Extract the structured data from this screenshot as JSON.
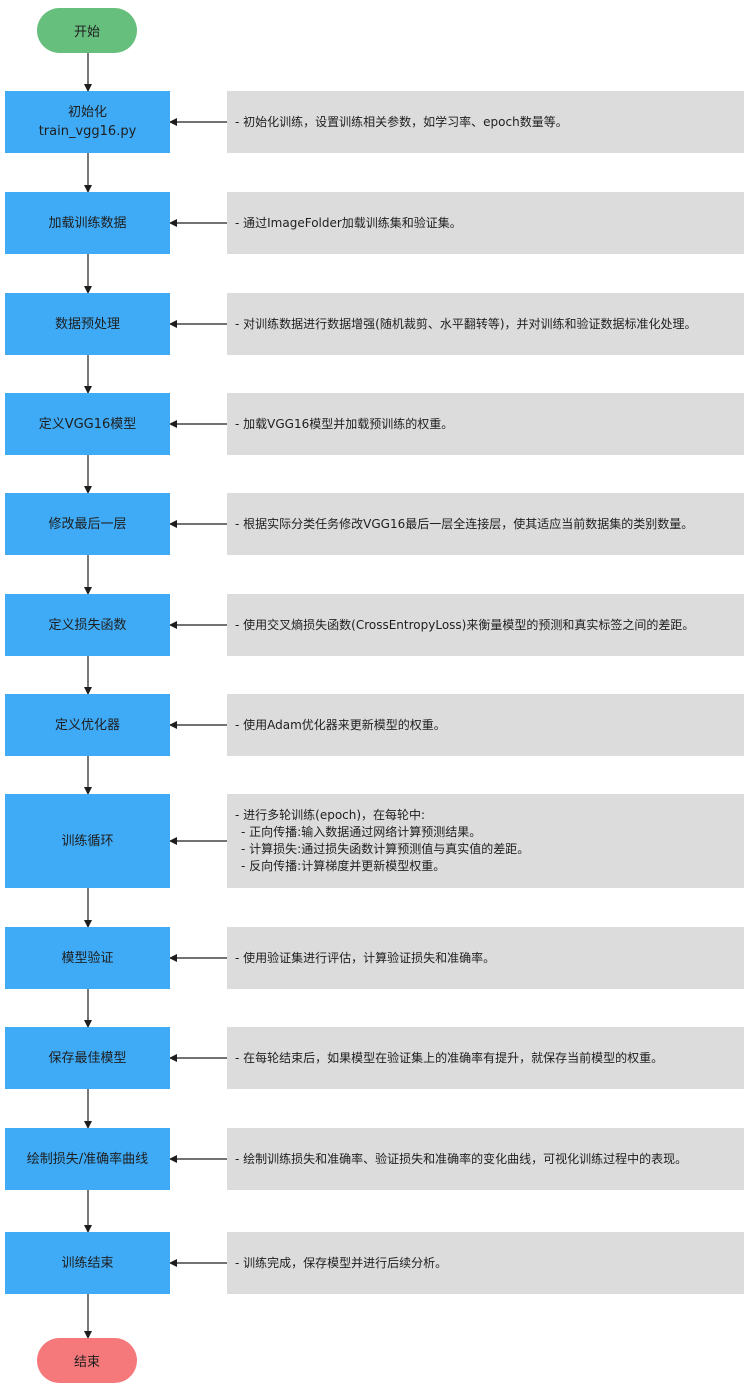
{
  "start_label": "开始",
  "end_label": "结束",
  "steps": [
    {
      "label": "初始化",
      "label2": "train_vgg16.py",
      "note": [
        "- 初始化训练，设置训练相关参数，如学习率、epoch数量等。"
      ]
    },
    {
      "label": "加载训练数据",
      "note": [
        "- 通过ImageFolder加载训练集和验证集。"
      ]
    },
    {
      "label": "数据预处理",
      "note": [
        "- 对训练数据进行数据增强(随机裁剪、水平翻转等)，并对训练和验证数据标准化处理。"
      ]
    },
    {
      "label": "定义VGG16模型",
      "note": [
        "- 加载VGG16模型并加载预训练的权重。"
      ]
    },
    {
      "label": "修改最后一层",
      "note": [
        "- 根据实际分类任务修改VGG16最后一层全连接层，使其适应当前数据集的类别数量。"
      ]
    },
    {
      "label": "定义损失函数",
      "note": [
        "- 使用交叉熵损失函数(CrossEntropyLoss)来衡量模型的预测和真实标签之间的差距。"
      ]
    },
    {
      "label": "定义优化器",
      "note": [
        "- 使用Adam优化器来更新模型的权重。"
      ]
    },
    {
      "label": "训练循环",
      "note": [
        "- 进行多轮训练(epoch)，在每轮中:",
        "- 正向传播:输入数据通过网络计算预测结果。",
        "- 计算损失:通过损失函数计算预测值与真实值的差距。",
        "- 反向传播:计算梯度并更新模型权重。"
      ]
    },
    {
      "label": "模型验证",
      "note": [
        "- 使用验证集进行评估，计算验证损失和准确率。"
      ]
    },
    {
      "label": "保存最佳模型",
      "note": [
        "- 在每轮结束后，如果模型在验证集上的准确率有提升，就保存当前模型的权重。"
      ]
    },
    {
      "label": "绘制损失/准确率曲线",
      "note": [
        "- 绘制训练损失和准确率、验证损失和准确率的变化曲线，可视化训练过程中的表现。"
      ]
    },
    {
      "label": "训练结束",
      "note": [
        "- 训练完成，保存模型并进行后续分析。"
      ]
    }
  ],
  "colors": {
    "start": "#66bf7d",
    "end": "#f5787a",
    "step": "#3fabf7",
    "note": "#dcdcdc",
    "connector": "#1e1e1e"
  }
}
